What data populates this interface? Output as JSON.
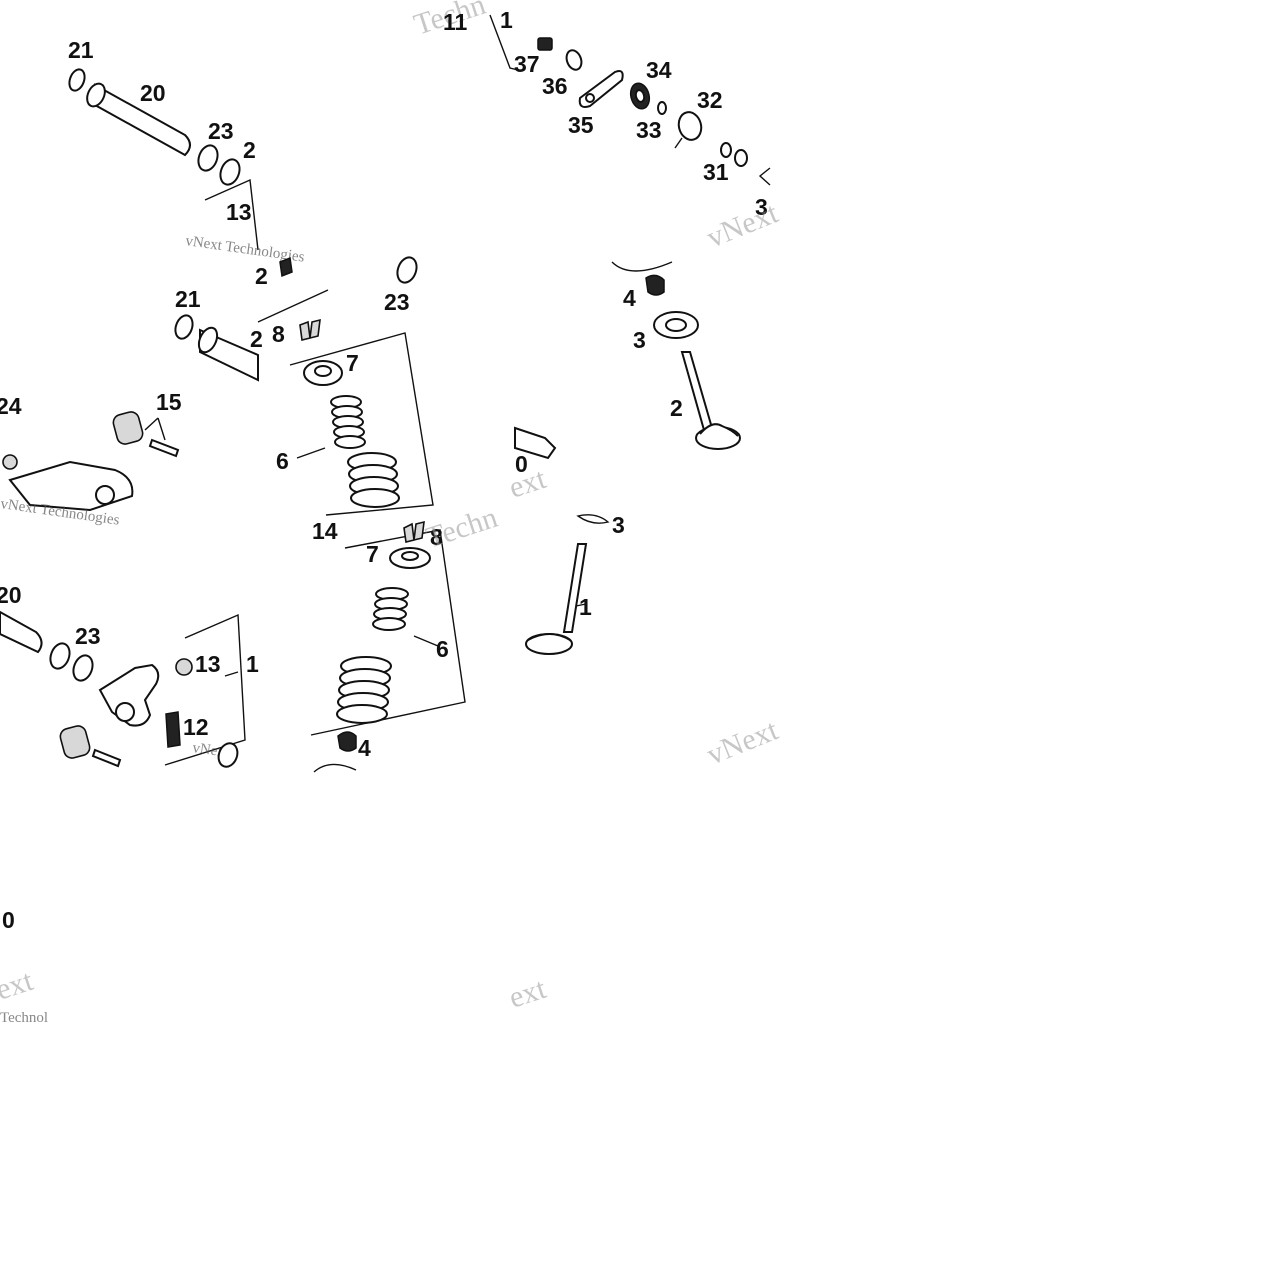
{
  "callouts": {
    "t1": {
      "c21": "21",
      "c20": "20",
      "c23": "23",
      "c2x": "2",
      "c13": "13",
      "c11": "11",
      "c1x": "1",
      "c37": "37",
      "c36": "36",
      "c35": "35",
      "c34": "34",
      "c33": "33",
      "c32": "32",
      "c31": "31",
      "c3x": "3"
    },
    "m1": {
      "c2": "2",
      "c21": "21",
      "c2x": "2",
      "c24": "24",
      "c15": "15"
    },
    "m2": {
      "c23": "23",
      "c8": "8",
      "c7": "7",
      "c6": "6"
    },
    "m3": {
      "c4": "4",
      "c3": "3",
      "c2": "2",
      "c0": "0"
    },
    "b1": {
      "c20": "20",
      "c23": "23",
      "c13": "13",
      "c1x": "1",
      "c12": "12"
    },
    "b2": {
      "c14": "14",
      "c7": "7",
      "c8": "8",
      "c6": "6",
      "c4": "4"
    },
    "b3": {
      "c3": "3",
      "c1": "1"
    },
    "low": {
      "c0": "0"
    }
  },
  "watermarks": {
    "techn": "Techn",
    "technologies": "vNext Technologies",
    "vnext": "vNext",
    "ext": "ext",
    "technol": "Technol",
    "echn": "Techn",
    "vnex": "vNex"
  }
}
